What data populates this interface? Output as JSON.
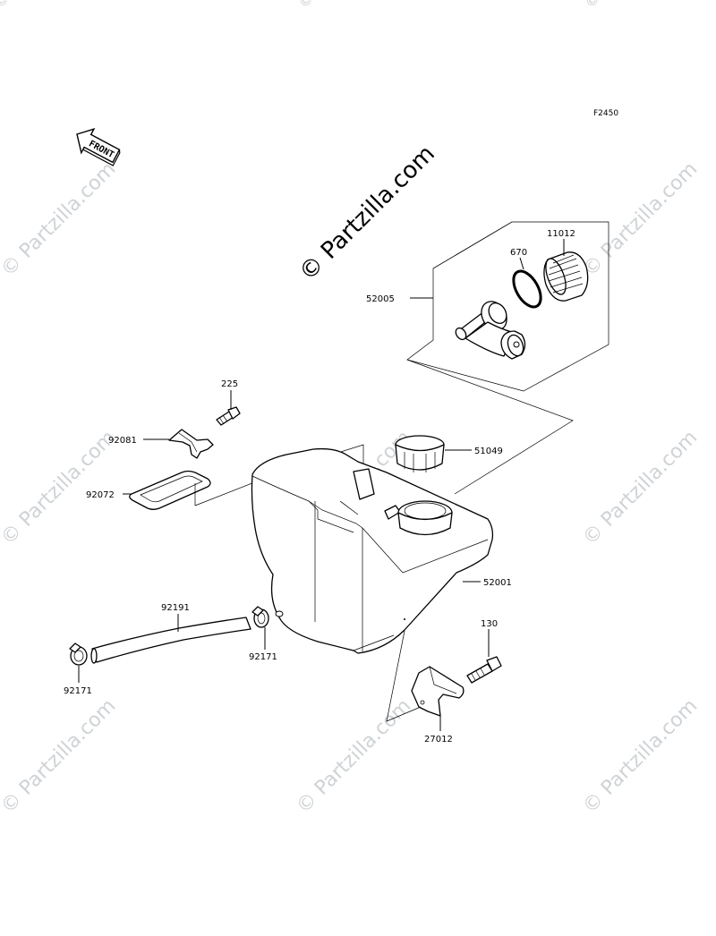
{
  "figure_id": "F2450",
  "front_marker": "FRONT",
  "watermark_main": "© Partzilla.com",
  "watermark_tile": "© Partzilla.com",
  "parts": {
    "p11012": "11012",
    "p670": "670",
    "p52005": "52005",
    "p225": "225",
    "p92081": "92081",
    "p92072": "92072",
    "p51049": "51049",
    "p52001": "52001",
    "p92191": "92191",
    "p92171_upper": "92171",
    "p92171_lower": "92171",
    "p130": "130",
    "p27012": "27012"
  }
}
